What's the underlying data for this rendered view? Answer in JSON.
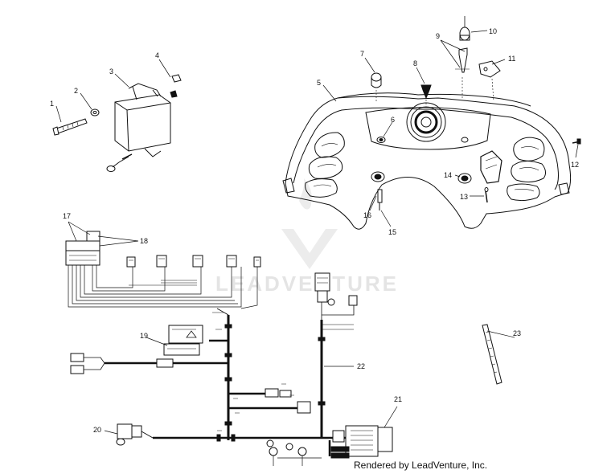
{
  "watermark": {
    "text": "LEADVENTURE"
  },
  "credit": {
    "text": "Rendered by LeadVenture, Inc."
  },
  "callouts": [
    {
      "id": "c1",
      "label": "1"
    },
    {
      "id": "c2",
      "label": "2"
    },
    {
      "id": "c3",
      "label": "3"
    },
    {
      "id": "c4",
      "label": "4"
    },
    {
      "id": "c5",
      "label": "5"
    },
    {
      "id": "c6",
      "label": "6"
    },
    {
      "id": "c7",
      "label": "7"
    },
    {
      "id": "c8",
      "label": "8"
    },
    {
      "id": "c9",
      "label": "9"
    },
    {
      "id": "c10",
      "label": "10"
    },
    {
      "id": "c11",
      "label": "11"
    },
    {
      "id": "c12",
      "label": "12"
    },
    {
      "id": "c13",
      "label": "13"
    },
    {
      "id": "c14",
      "label": "14"
    },
    {
      "id": "c15",
      "label": "15"
    },
    {
      "id": "c16",
      "label": "16"
    },
    {
      "id": "c17",
      "label": "17"
    },
    {
      "id": "c18",
      "label": "18"
    },
    {
      "id": "c19",
      "label": "19"
    },
    {
      "id": "c20",
      "label": "20"
    },
    {
      "id": "c21",
      "label": "21"
    },
    {
      "id": "c22",
      "label": "22"
    },
    {
      "id": "c23",
      "label": "23"
    }
  ]
}
